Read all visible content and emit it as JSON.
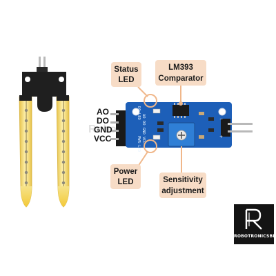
{
  "callouts": {
    "status_led": [
      "Status",
      "LED"
    ],
    "comparator": [
      "LM393",
      "Comparator"
    ],
    "power_led": [
      "Power",
      "LED"
    ],
    "sensitivity": [
      "Sensitivity",
      "adjustment"
    ]
  },
  "pins": [
    "AO",
    "DO",
    "GND",
    "VCC"
  ],
  "board_silkscreen": {
    "top_left": "DO-LED",
    "pins_vertical": "AO DO GND VCC",
    "bottom_left": "PWR-LED"
  },
  "watermark": "Robotronics",
  "brand": {
    "name": "ROBOTRONICSBD",
    "mark": "R"
  },
  "colors": {
    "pcb_blue": "#1d5fb8",
    "callout_fill": "#f7dcc6",
    "callout_line": "#f0b78a",
    "probe_black": "#1f1f1f",
    "probe_gold": "#f2d36a"
  }
}
